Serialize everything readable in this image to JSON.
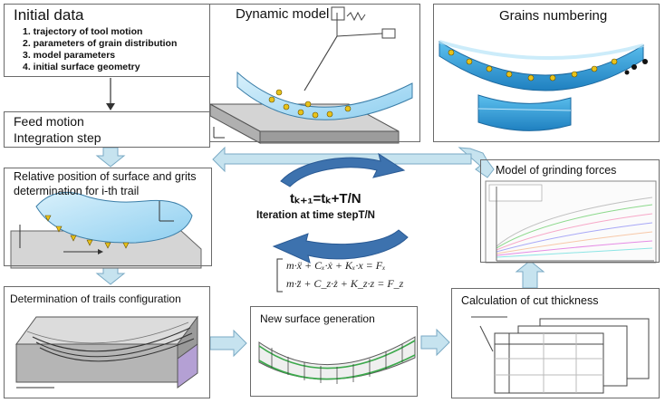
{
  "blocks": {
    "initial_data": {
      "title": "Initial data",
      "items": [
        "1. trajectory of tool motion",
        "2. parameters of grain distribution",
        "3. model parameters",
        "4. initial surface geometry"
      ]
    },
    "feed": {
      "line1": "Feed motion",
      "line2": "Integration step"
    },
    "dynamic_model": {
      "title": "Dynamic model"
    },
    "grains_numbering": {
      "title": "Grains numbering"
    },
    "relative_position": {
      "line1": "Relative position of surface and grits",
      "line2": "determination for i-th trail"
    },
    "trails": {
      "title": "Determination of trails configuration"
    },
    "new_surface": {
      "title": "New surface generation"
    },
    "cut_thickness": {
      "title": "Calculation of cut thickness"
    },
    "grinding_forces": {
      "title": "Model of grinding forces"
    }
  },
  "iteration": {
    "formula": "tₖ₊₁=tₖ+T/N",
    "caption": "Iteration at time stepT/N"
  },
  "equations": [
    "m·ẍ + Cₓ·ẋ + Kₓ·x = Fₓ",
    "m·z̈ + C_z·ż + K_z·z = F_z"
  ],
  "colors": {
    "arrow_fill": "#c6e3ef",
    "arrow_stroke": "#7aaac4",
    "cycle_blue": "#3d72ae",
    "box_border": "#6a6a6a",
    "wheel_blue": "#4aa8d8",
    "grain_yellow": "#e8c21a"
  }
}
